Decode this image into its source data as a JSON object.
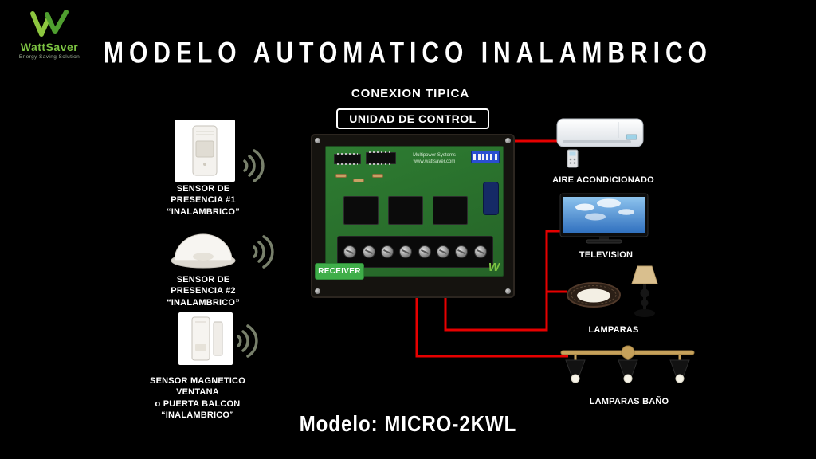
{
  "logo": {
    "brand": "WattSaver",
    "tagline": "Energy Saving Solution"
  },
  "header": {
    "title": "MODELO AUTOMATICO INALAMBRICO",
    "subtitle": "CONEXION TIPICA",
    "control_unit_label": "UNIDAD DE CONTROL"
  },
  "board": {
    "receiver_label": "RECEIVER",
    "pcb_text": "Multipower Systems\nwww.wattsaver.com"
  },
  "sensors": [
    {
      "id": "presence-1",
      "label": "SENSOR DE\nPRESENCIA #1\n“INALAMBRICO”"
    },
    {
      "id": "presence-2",
      "label": "SENSOR DE\nPRESENCIA #2\n“INALAMBRICO”"
    },
    {
      "id": "magnetic-window",
      "label": "SENSOR MAGNETICO\nVENTANA\no PUERTA BALCON\n“INALAMBRICO”"
    }
  ],
  "devices": [
    {
      "id": "air-conditioner",
      "label": "AIRE ACONDICIONADO"
    },
    {
      "id": "television",
      "label": "TELEVISION"
    },
    {
      "id": "lamps",
      "label": "LAMPARAS"
    },
    {
      "id": "bath-lamps",
      "label": "LAMPARAS BAÑO"
    }
  ],
  "footer": {
    "model_label": "Modelo: MICRO-2KWL"
  },
  "colors": {
    "background": "#000000",
    "text": "#ffffff",
    "wire": "#e60000",
    "brand_green": "#7cc242",
    "receiver_green": "#3fae49",
    "pcb_green": "#2e7d32"
  }
}
